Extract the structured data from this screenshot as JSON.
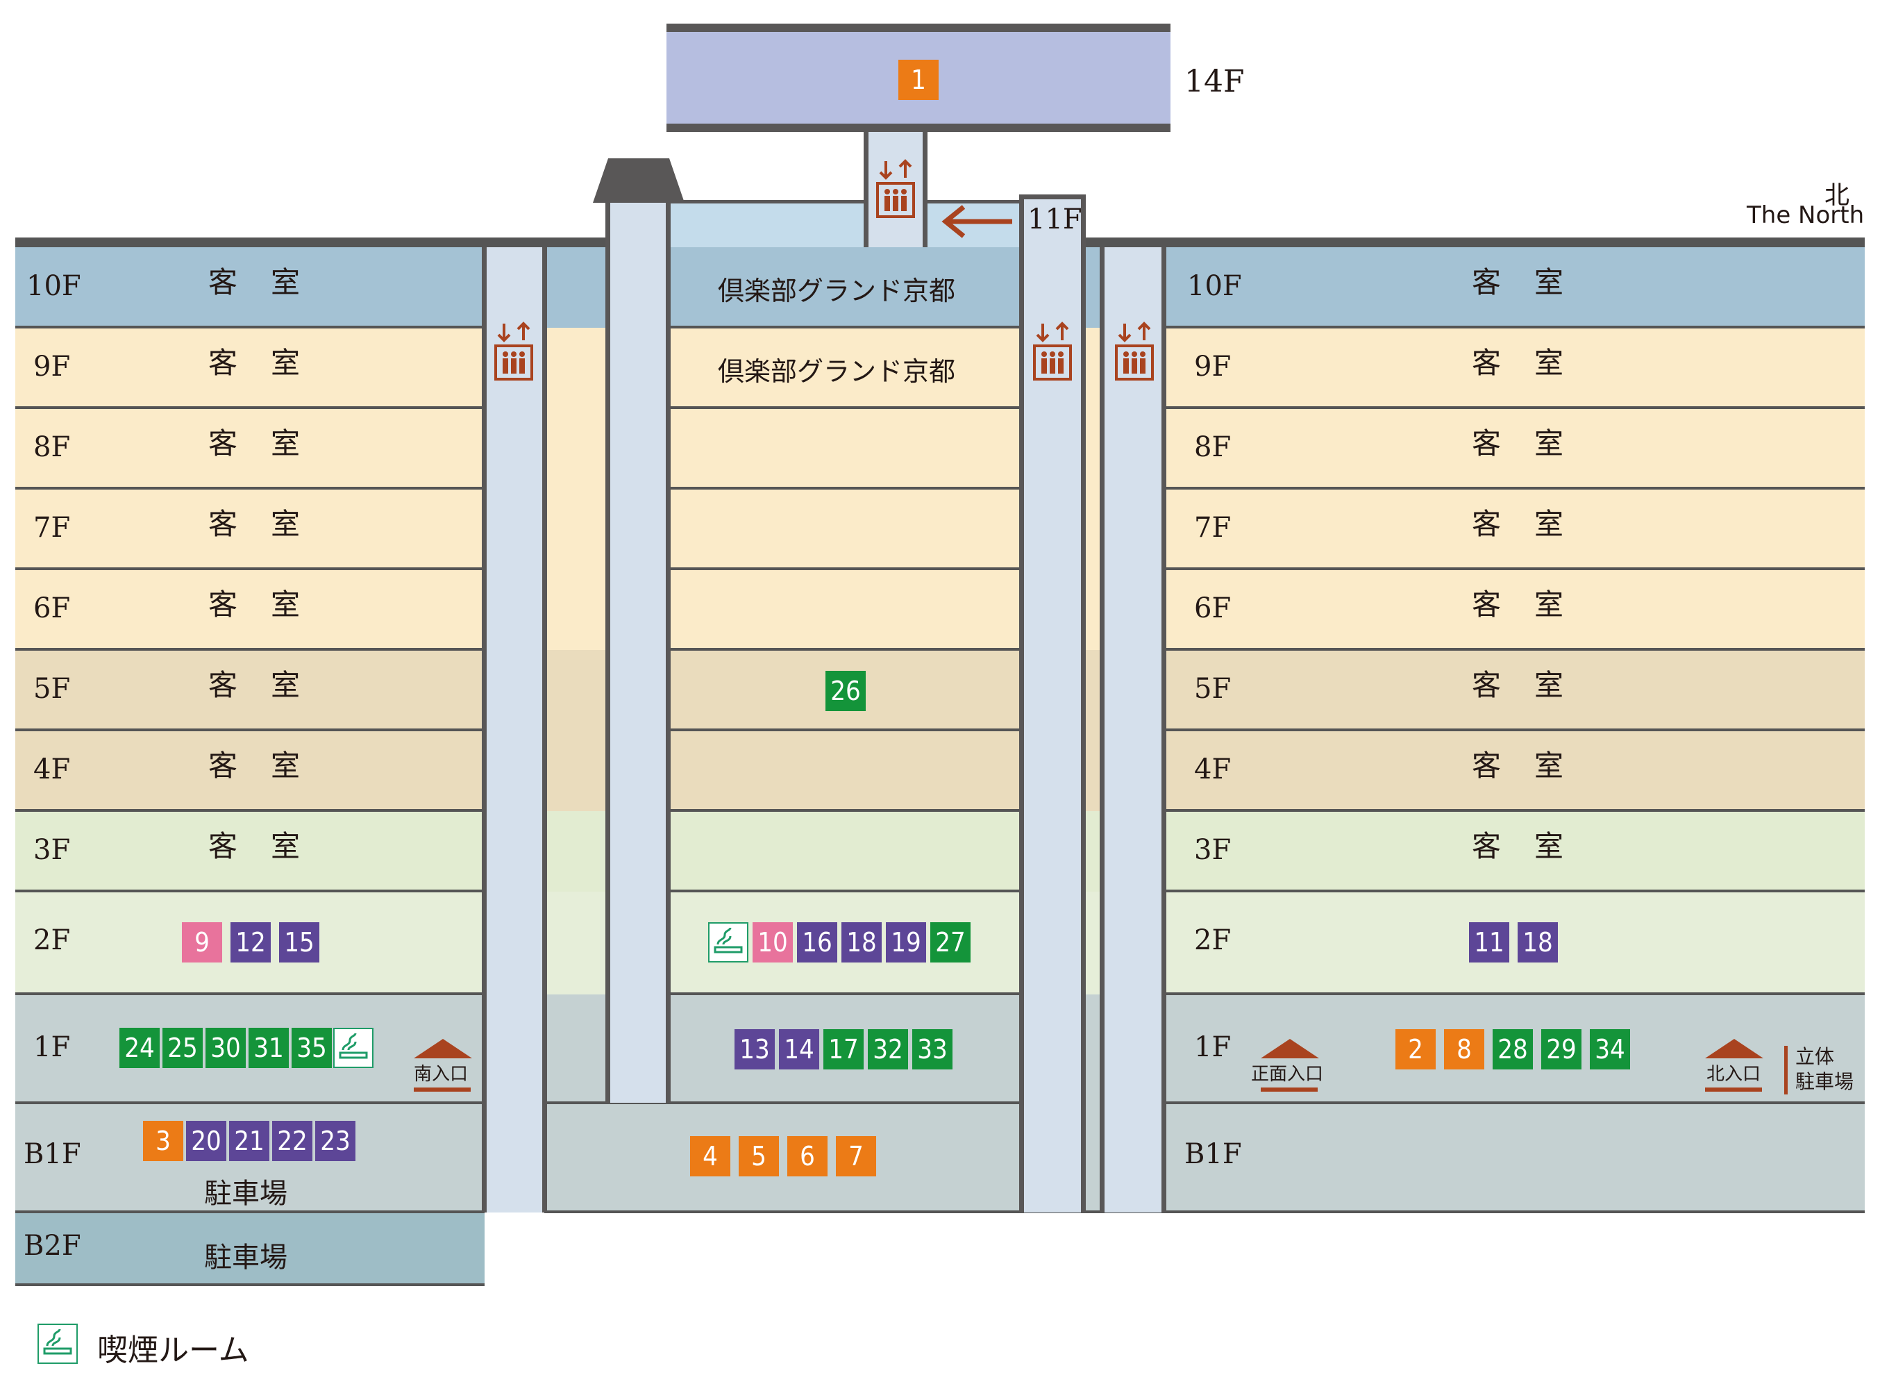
{
  "top": {
    "floor_label": "14F",
    "badge": "1"
  },
  "annex_label": "11F",
  "north": {
    "kanji": "北",
    "english": "The North"
  },
  "floors": [
    "10F",
    "9F",
    "8F",
    "7F",
    "6F",
    "5F",
    "4F",
    "3F",
    "2F",
    "1F",
    "B1F",
    "B2F"
  ],
  "guest_rooms": "客室",
  "club": "倶楽部グランド京都",
  "parking": "駐車場",
  "entrances": {
    "south": "南入口",
    "front": "正面入口",
    "north": "北入口",
    "parking_tower": [
      "立体",
      "駐車場"
    ]
  },
  "badges": {
    "west_2f": [
      "9",
      "12",
      "15"
    ],
    "west_1f": [
      "24",
      "25",
      "30",
      "31",
      "35"
    ],
    "west_b1f": [
      "3",
      "20",
      "21",
      "22",
      "23"
    ],
    "center_5f": [
      "26"
    ],
    "center_2f": [
      "10",
      "16",
      "18",
      "19",
      "27"
    ],
    "center_1f": [
      "13",
      "14",
      "17",
      "32",
      "33"
    ],
    "center_b1f": [
      "4",
      "5",
      "6",
      "7"
    ],
    "east_2f": [
      "11",
      "18"
    ],
    "east_1f": [
      "2",
      "8",
      "28",
      "29",
      "34"
    ]
  },
  "legend": {
    "smoking_room": "喫煙ルーム"
  },
  "colors": {
    "floor_10f": "#a4c2d4",
    "floor_upper": "#fbebc9",
    "floor_mid": "#eadcbd",
    "floor_3f": "#e2ecd1",
    "floor_2f": "#e6eed9",
    "floor_ground": "#c5d1d2",
    "floor_b2f": "#9ebdc6",
    "top_14f": "#b6bee0",
    "badge_orange": "#ec7b16",
    "badge_purple": "#5d4697",
    "badge_green": "#14943a",
    "badge_pink": "#e8739c",
    "elevator_icon": "#a9431f",
    "smoking_icon": "#1f9c68",
    "entrance": "#a9431f"
  }
}
